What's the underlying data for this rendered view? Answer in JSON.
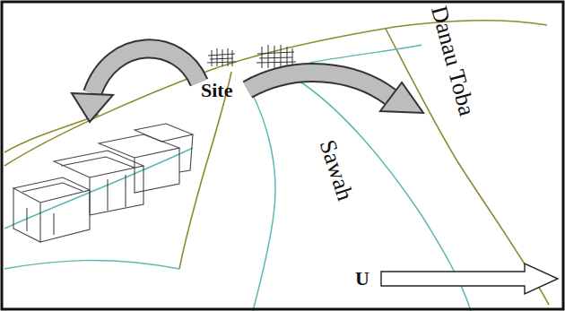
{
  "diagram": {
    "labels": [
      "Site",
      "Sawah",
      "Danau Toba",
      "U"
    ]
  }
}
